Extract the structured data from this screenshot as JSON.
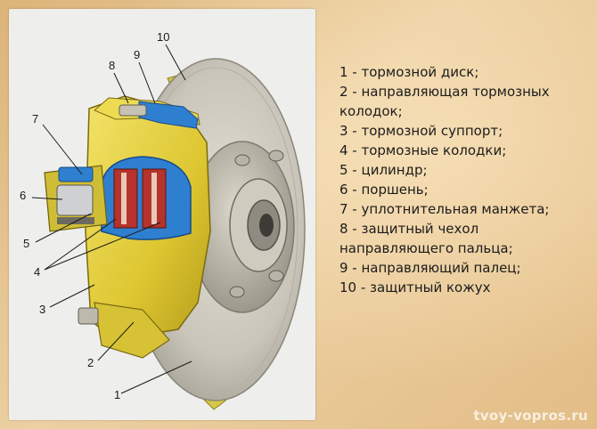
{
  "diagram": {
    "legend": [
      "1 - тормозной диск;",
      "2 - направляющая тормозных",
      "колодок;",
      "3 - тормозной суппорт;",
      "4 - тормозные колодки;",
      "5 - цилиндр;",
      "6 - поршень;",
      "7 - уплотнительная манжета;",
      "8 - защитный чехол",
      "направляющего пальца;",
      "9 - направляющий палец;",
      "10 - защитный кожух"
    ],
    "callouts": [
      "1",
      "2",
      "3",
      "4",
      "5",
      "6",
      "7",
      "8",
      "9",
      "10"
    ],
    "colors": {
      "caliper": "#e6d23c",
      "disc": "#cfccc3",
      "hub": "#b9b5a8",
      "cutaway": "#2f7fd0",
      "pad_lining": "#b5332c",
      "background": "#e7c796"
    }
  },
  "watermark": "tvoy-vopros.ru"
}
